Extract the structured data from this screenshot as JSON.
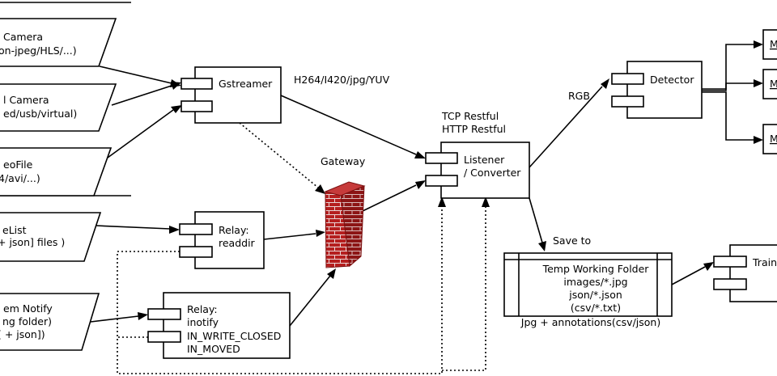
{
  "sources": {
    "ip_camera": {
      "line1": "Camera",
      "line2": "on-jpeg/HLS/...)"
    },
    "local_camera": {
      "line1": "l Camera",
      "line2": "ed/usb/virtual)"
    },
    "video_file": {
      "line1": "eoFile",
      "line2": "4/avi/...)"
    },
    "file_list": {
      "line1": "eList",
      "line2": "+ json] files )"
    },
    "fs_notify": {
      "line1": "em Notify",
      "line2": "ng folder)",
      "line3": "[ + json])"
    }
  },
  "components": {
    "gstreamer": "Gstreamer",
    "relay_readdir": {
      "line1": "Relay:",
      "line2": "readdir"
    },
    "relay_inotify": {
      "line1": "Relay:",
      "line2": "inotify",
      "line3": "IN_WRITE_CLOSED",
      "line4": "IN_MOVED"
    },
    "gateway": "Gateway",
    "listener": {
      "line1": "Listener",
      "line2": "/ Converter"
    },
    "detector": "Detector",
    "train": "Train",
    "m1": "M",
    "m2": "M",
    "m3": "M"
  },
  "labels": {
    "formats": "H264/I420/jpg/YUV",
    "tcp": "TCP Restful",
    "http": "HTTP Restful",
    "rgb": "RGB",
    "save_to": "Save to"
  },
  "temp_folder": {
    "title": "Temp Working Folder",
    "line2": "images/*.jpg",
    "line3": "json/*.json",
    "line4": "(csv/*.txt)",
    "caption": "Jpg + annotations(csv/json)"
  },
  "colors": {
    "firewall_brick": "#b51f1f",
    "firewall_side": "#7a1010",
    "mortar": "#e9d6d6"
  }
}
